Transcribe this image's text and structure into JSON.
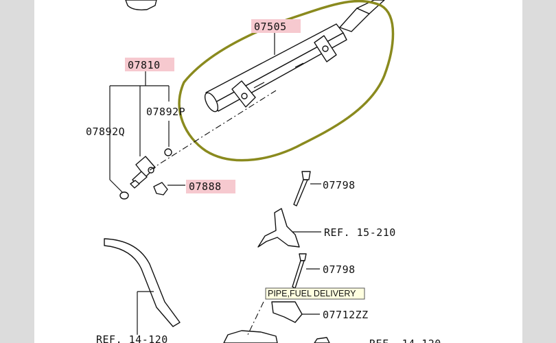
{
  "callouts": {
    "fuel_rail": "07505",
    "injector": "07810",
    "seal_upper": "07892P",
    "seal_lower": "07892Q",
    "clip": "07888",
    "bolt_upper": "07798",
    "bracket_ref": "REF. 15-210",
    "bolt_lower": "07798",
    "clip_lower": "07712ZZ",
    "hose_ref": "REF. 14-120",
    "bottom_ref": "REF. 14-120"
  },
  "tooltip": {
    "text": "PIPE,FUEL DELIVERY"
  },
  "colors": {
    "highlight": "#f6c9cf",
    "circle": "#8a8a1e",
    "tooltip_bg": "#ffffe0"
  }
}
